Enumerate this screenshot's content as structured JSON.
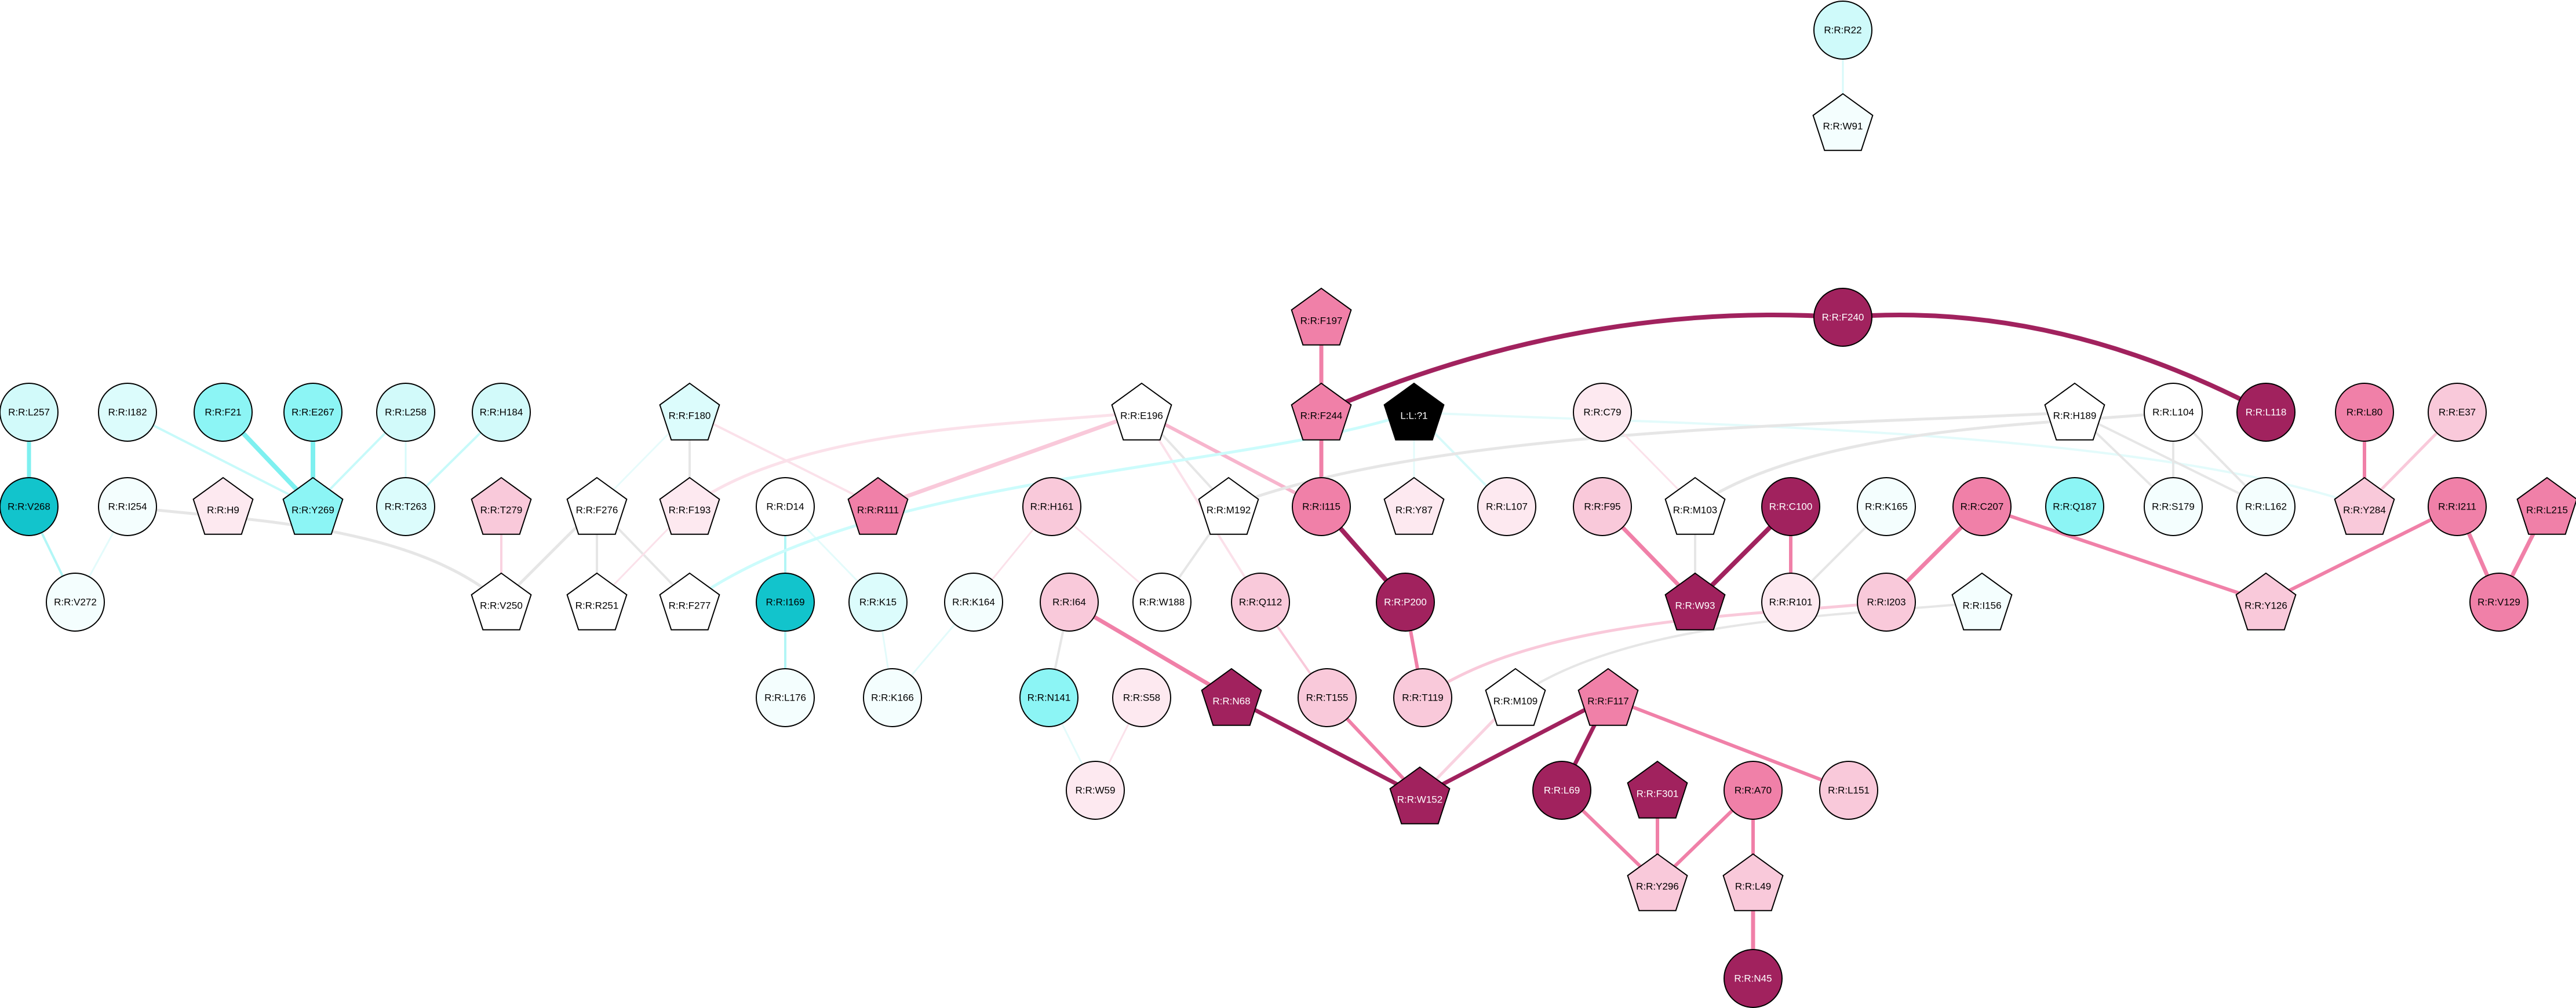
{
  "graph": {
    "nodes": [
      {
        "id": "R:R:R22",
        "shape": "circle",
        "fill": "#cffafa",
        "text": "#000000"
      },
      {
        "id": "R:R:W91",
        "shape": "pentagon",
        "fill": "#f4fefe",
        "text": "#000000"
      },
      {
        "id": "R:R:F197",
        "shape": "pentagon",
        "fill": "#f080a8",
        "text": "#000000"
      },
      {
        "id": "R:R:F240",
        "shape": "circle",
        "fill": "#a1225e",
        "text": "#ffffff"
      },
      {
        "id": "R:R:L257",
        "shape": "circle",
        "fill": "#d2fafa",
        "text": "#000000"
      },
      {
        "id": "R:R:I182",
        "shape": "circle",
        "fill": "#dcfcfc",
        "text": "#000000"
      },
      {
        "id": "R:R:F21",
        "shape": "circle",
        "fill": "#8cf5f5",
        "text": "#000000"
      },
      {
        "id": "R:R:E267",
        "shape": "circle",
        "fill": "#8cf5f5",
        "text": "#000000"
      },
      {
        "id": "R:R:L258",
        "shape": "circle",
        "fill": "#d2fafa",
        "text": "#000000"
      },
      {
        "id": "R:R:H184",
        "shape": "circle",
        "fill": "#d2fafa",
        "text": "#000000"
      },
      {
        "id": "R:R:F180",
        "shape": "pentagon",
        "fill": "#dcfcfc",
        "text": "#000000"
      },
      {
        "id": "R:R:E196",
        "shape": "pentagon",
        "fill": "#ffffff",
        "text": "#000000"
      },
      {
        "id": "R:R:F244",
        "shape": "pentagon",
        "fill": "#f080a8",
        "text": "#000000"
      },
      {
        "id": "L:L:?1",
        "shape": "pentagon",
        "fill": "#000000",
        "text": "#ffffff"
      },
      {
        "id": "R:R:C79",
        "shape": "circle",
        "fill": "#fde9f0",
        "text": "#000000"
      },
      {
        "id": "R:R:H189",
        "shape": "pentagon",
        "fill": "#ffffff",
        "text": "#000000"
      },
      {
        "id": "R:R:L104",
        "shape": "circle",
        "fill": "#ffffff",
        "text": "#000000"
      },
      {
        "id": "R:R:L118",
        "shape": "circle",
        "fill": "#a1225e",
        "text": "#ffffff"
      },
      {
        "id": "R:R:L80",
        "shape": "circle",
        "fill": "#f080a8",
        "text": "#000000"
      },
      {
        "id": "R:R:E37",
        "shape": "circle",
        "fill": "#f9c9da",
        "text": "#000000"
      },
      {
        "id": "R:R:V268",
        "shape": "circle",
        "fill": "#12c4cc",
        "text": "#000000"
      },
      {
        "id": "R:R:I254",
        "shape": "circle",
        "fill": "#f4fefe",
        "text": "#000000"
      },
      {
        "id": "R:R:H9",
        "shape": "pentagon",
        "fill": "#fde9f0",
        "text": "#000000"
      },
      {
        "id": "R:R:Y269",
        "shape": "pentagon",
        "fill": "#8cf5f5",
        "text": "#000000"
      },
      {
        "id": "R:R:T263",
        "shape": "circle",
        "fill": "#dcfcfc",
        "text": "#000000"
      },
      {
        "id": "R:R:T279",
        "shape": "pentagon",
        "fill": "#f9c9da",
        "text": "#000000"
      },
      {
        "id": "R:R:F276",
        "shape": "pentagon",
        "fill": "#ffffff",
        "text": "#000000"
      },
      {
        "id": "R:R:F193",
        "shape": "pentagon",
        "fill": "#fde9f0",
        "text": "#000000"
      },
      {
        "id": "R:R:D14",
        "shape": "circle",
        "fill": "#ffffff",
        "text": "#000000"
      },
      {
        "id": "R:R:R111",
        "shape": "pentagon",
        "fill": "#f080a8",
        "text": "#000000"
      },
      {
        "id": "R:R:H161",
        "shape": "circle",
        "fill": "#f9c9da",
        "text": "#000000"
      },
      {
        "id": "R:R:M192",
        "shape": "pentagon",
        "fill": "#ffffff",
        "text": "#000000"
      },
      {
        "id": "R:R:I115",
        "shape": "circle",
        "fill": "#f080a8",
        "text": "#000000"
      },
      {
        "id": "R:R:Y87",
        "shape": "pentagon",
        "fill": "#fde9f0",
        "text": "#000000"
      },
      {
        "id": "R:R:L107",
        "shape": "circle",
        "fill": "#fde9f0",
        "text": "#000000"
      },
      {
        "id": "R:R:F95",
        "shape": "circle",
        "fill": "#f9c9da",
        "text": "#000000"
      },
      {
        "id": "R:R:M103",
        "shape": "pentagon",
        "fill": "#ffffff",
        "text": "#000000"
      },
      {
        "id": "R:R:C100",
        "shape": "circle",
        "fill": "#a1225e",
        "text": "#ffffff"
      },
      {
        "id": "R:R:K165",
        "shape": "circle",
        "fill": "#f4fefe",
        "text": "#000000"
      },
      {
        "id": "R:R:C207",
        "shape": "circle",
        "fill": "#f080a8",
        "text": "#000000"
      },
      {
        "id": "R:R:Q187",
        "shape": "circle",
        "fill": "#8cf5f5",
        "text": "#000000"
      },
      {
        "id": "R:R:S179",
        "shape": "circle",
        "fill": "#f4fefe",
        "text": "#000000"
      },
      {
        "id": "R:R:L162",
        "shape": "circle",
        "fill": "#f4fefe",
        "text": "#000000"
      },
      {
        "id": "R:R:Y284",
        "shape": "pentagon",
        "fill": "#f9c9da",
        "text": "#000000"
      },
      {
        "id": "R:R:I211",
        "shape": "circle",
        "fill": "#f080a8",
        "text": "#000000"
      },
      {
        "id": "R:R:L215",
        "shape": "pentagon",
        "fill": "#f080a8",
        "text": "#000000"
      },
      {
        "id": "R:R:V272",
        "shape": "circle",
        "fill": "#f4fefe",
        "text": "#000000"
      },
      {
        "id": "R:R:V250",
        "shape": "pentagon",
        "fill": "#ffffff",
        "text": "#000000"
      },
      {
        "id": "R:R:R251",
        "shape": "pentagon",
        "fill": "#ffffff",
        "text": "#000000"
      },
      {
        "id": "R:R:F277",
        "shape": "pentagon",
        "fill": "#ffffff",
        "text": "#000000"
      },
      {
        "id": "R:R:I169",
        "shape": "circle",
        "fill": "#12c4cc",
        "text": "#000000"
      },
      {
        "id": "R:R:K15",
        "shape": "circle",
        "fill": "#dcfcfc",
        "text": "#000000"
      },
      {
        "id": "R:R:K164",
        "shape": "circle",
        "fill": "#f4fefe",
        "text": "#000000"
      },
      {
        "id": "R:R:I64",
        "shape": "circle",
        "fill": "#f9c9da",
        "text": "#000000"
      },
      {
        "id": "R:R:W188",
        "shape": "circle",
        "fill": "#ffffff",
        "text": "#000000"
      },
      {
        "id": "R:R:Q112",
        "shape": "circle",
        "fill": "#f9c9da",
        "text": "#000000"
      },
      {
        "id": "R:R:P200",
        "shape": "circle",
        "fill": "#a1225e",
        "text": "#ffffff"
      },
      {
        "id": "R:R:W93",
        "shape": "pentagon",
        "fill": "#a1225e",
        "text": "#ffffff"
      },
      {
        "id": "R:R:R101",
        "shape": "circle",
        "fill": "#fde9f0",
        "text": "#000000"
      },
      {
        "id": "R:R:I203",
        "shape": "circle",
        "fill": "#f9c9da",
        "text": "#000000"
      },
      {
        "id": "R:R:I156",
        "shape": "pentagon",
        "fill": "#f4fefe",
        "text": "#000000"
      },
      {
        "id": "R:R:Y126",
        "shape": "pentagon",
        "fill": "#f9c9da",
        "text": "#000000"
      },
      {
        "id": "R:R:V129",
        "shape": "circle",
        "fill": "#f080a8",
        "text": "#000000"
      },
      {
        "id": "R:R:L176",
        "shape": "circle",
        "fill": "#f4fefe",
        "text": "#000000"
      },
      {
        "id": "R:R:K166",
        "shape": "circle",
        "fill": "#f4fefe",
        "text": "#000000"
      },
      {
        "id": "R:R:N68",
        "shape": "pentagon",
        "fill": "#a1225e",
        "text": "#ffffff"
      },
      {
        "id": "R:R:N141",
        "shape": "circle",
        "fill": "#8cf5f5",
        "text": "#000000"
      },
      {
        "id": "R:R:S58",
        "shape": "circle",
        "fill": "#fde9f0",
        "text": "#000000"
      },
      {
        "id": "R:R:T155",
        "shape": "circle",
        "fill": "#f9c9da",
        "text": "#000000"
      },
      {
        "id": "R:R:T119",
        "shape": "circle",
        "fill": "#f9c9da",
        "text": "#000000"
      },
      {
        "id": "R:R:M109",
        "shape": "pentagon",
        "fill": "#ffffff",
        "text": "#000000"
      },
      {
        "id": "R:R:F117",
        "shape": "pentagon",
        "fill": "#f080a8",
        "text": "#000000"
      },
      {
        "id": "R:R:W59",
        "shape": "circle",
        "fill": "#fde9f0",
        "text": "#000000"
      },
      {
        "id": "R:R:W152",
        "shape": "pentagon",
        "fill": "#a1225e",
        "text": "#ffffff"
      },
      {
        "id": "R:R:L69",
        "shape": "circle",
        "fill": "#a1225e",
        "text": "#ffffff"
      },
      {
        "id": "R:R:F301",
        "shape": "pentagon",
        "fill": "#a1225e",
        "text": "#ffffff"
      },
      {
        "id": "R:R:A70",
        "shape": "circle",
        "fill": "#f080a8",
        "text": "#000000"
      },
      {
        "id": "R:R:L151",
        "shape": "circle",
        "fill": "#f9c9da",
        "text": "#000000"
      },
      {
        "id": "R:R:Y296",
        "shape": "pentagon",
        "fill": "#f9c9da",
        "text": "#000000"
      },
      {
        "id": "R:R:L49",
        "shape": "pentagon",
        "fill": "#f9c9da",
        "text": "#000000"
      },
      {
        "id": "R:R:N45",
        "shape": "circle",
        "fill": "#a1225e",
        "text": "#ffffff"
      }
    ],
    "edges": [
      {
        "from": "R:R:R22",
        "to": "R:R:W91",
        "color": "#d7fafa",
        "weight": 3
      },
      {
        "from": "R:R:F197",
        "to": "R:R:F244",
        "color": "#f080a8",
        "weight": 7
      },
      {
        "from": "R:R:F240",
        "to": "R:R:F244",
        "color": "#a1225e",
        "weight": 8,
        "curve": "arc-left"
      },
      {
        "from": "R:R:F240",
        "to": "R:R:L118",
        "color": "#a1225e",
        "weight": 8,
        "curve": "arc-right"
      },
      {
        "from": "R:R:F244",
        "to": "R:R:I115",
        "color": "#f080a8",
        "weight": 7
      },
      {
        "from": "R:R:I115",
        "to": "R:R:P200",
        "color": "#a1225e",
        "weight": 8
      },
      {
        "from": "R:R:P200",
        "to": "R:R:T119",
        "color": "#f080a8",
        "weight": 6
      },
      {
        "from": "R:R:L257",
        "to": "R:R:V268",
        "color": "#7ef0f0",
        "weight": 7
      },
      {
        "from": "R:R:V268",
        "to": "R:R:V272",
        "color": "#b2f6f6",
        "weight": 4
      },
      {
        "from": "R:R:I254",
        "to": "R:R:V272",
        "color": "#e3fbfb",
        "weight": 3
      },
      {
        "from": "R:R:I182",
        "to": "R:R:Y269",
        "color": "#c7fafa",
        "weight": 4
      },
      {
        "from": "R:R:F21",
        "to": "R:R:Y269",
        "color": "#7ef0f0",
        "weight": 8
      },
      {
        "from": "R:R:E267",
        "to": "R:R:Y269",
        "color": "#7ef0f0",
        "weight": 8
      },
      {
        "from": "R:R:L258",
        "to": "R:R:Y269",
        "color": "#c7fafa",
        "weight": 4
      },
      {
        "from": "R:R:L258",
        "to": "R:R:T263",
        "color": "#d7fafa",
        "weight": 3
      },
      {
        "from": "R:R:H184",
        "to": "R:R:T263",
        "color": "#c7fafa",
        "weight": 4
      },
      {
        "from": "R:R:I254",
        "to": "R:R:V250",
        "color": "#e6e6e6",
        "weight": 5,
        "curve": "sweep"
      },
      {
        "from": "R:R:T279",
        "to": "R:R:V250",
        "color": "#f9d2e0",
        "weight": 4
      },
      {
        "from": "R:R:F276",
        "to": "R:R:V250",
        "color": "#e6e6e6",
        "weight": 5
      },
      {
        "from": "R:R:F276",
        "to": "R:R:R251",
        "color": "#e6e6e6",
        "weight": 4
      },
      {
        "from": "R:R:F276",
        "to": "R:R:F277",
        "color": "#e6e6e6",
        "weight": 4
      },
      {
        "from": "R:R:F180",
        "to": "R:R:F276",
        "color": "#e6fbfb",
        "weight": 3
      },
      {
        "from": "R:R:F180",
        "to": "R:R:F193",
        "color": "#e6e6e6",
        "weight": 4
      },
      {
        "from": "R:R:F180",
        "to": "R:R:R111",
        "color": "#fbe1ea",
        "weight": 4
      },
      {
        "from": "R:R:F193",
        "to": "R:R:R251",
        "color": "#fbe1ea",
        "weight": 3
      },
      {
        "from": "R:R:E196",
        "to": "R:R:F193",
        "color": "#fbe1ea",
        "weight": 5,
        "curve": "sweep"
      },
      {
        "from": "R:R:E196",
        "to": "R:R:R111",
        "color": "#f9c9da",
        "weight": 7
      },
      {
        "from": "R:R:E196",
        "to": "R:R:M192",
        "color": "#e6e6e6",
        "weight": 4
      },
      {
        "from": "R:R:E196",
        "to": "R:R:I115",
        "color": "#f7b5cd",
        "weight": 6
      },
      {
        "from": "R:R:E196",
        "to": "R:R:Q112",
        "color": "#fbe1ea",
        "weight": 4
      },
      {
        "from": "R:R:M192",
        "to": "R:R:W188",
        "color": "#e6e6e6",
        "weight": 4
      },
      {
        "from": "R:R:H161",
        "to": "R:R:W188",
        "color": "#fbe1ea",
        "weight": 3
      },
      {
        "from": "R:R:H161",
        "to": "R:R:K164",
        "color": "#fbe1ea",
        "weight": 3
      },
      {
        "from": "R:R:D14",
        "to": "R:R:I169",
        "color": "#b2f6f6",
        "weight": 4
      },
      {
        "from": "R:R:D14",
        "to": "R:R:K15",
        "color": "#e3fbfb",
        "weight": 3
      },
      {
        "from": "R:R:I169",
        "to": "R:R:L176",
        "color": "#b2f6f6",
        "weight": 4
      },
      {
        "from": "R:R:K164",
        "to": "R:R:K166",
        "color": "#e3fbfb",
        "weight": 3
      },
      {
        "from": "R:R:K15",
        "to": "R:R:K166",
        "color": "#e3fbfb",
        "weight": 3
      },
      {
        "from": "L:L:?1",
        "to": "R:R:F277",
        "color": "#ccfcfc",
        "weight": 5,
        "curve": "sweep"
      },
      {
        "from": "L:L:?1",
        "to": "R:R:Y87",
        "color": "#e3fbfb",
        "weight": 3
      },
      {
        "from": "L:L:?1",
        "to": "R:R:L107",
        "color": "#d7fafa",
        "weight": 4
      },
      {
        "from": "L:L:?1",
        "to": "R:R:Y284",
        "color": "#e3fbfb",
        "weight": 4,
        "curve": "sweep"
      },
      {
        "from": "R:R:H189",
        "to": "R:R:M192",
        "color": "#e6e6e6",
        "weight": 5,
        "curve": "sweep"
      },
      {
        "from": "R:R:H189",
        "to": "R:R:S179",
        "color": "#e6e6e6",
        "weight": 4
      },
      {
        "from": "R:R:H189",
        "to": "R:R:L162",
        "color": "#e6e6e6",
        "weight": 4
      },
      {
        "from": "R:R:L104",
        "to": "R:R:S179",
        "color": "#e6e6e6",
        "weight": 4
      },
      {
        "from": "R:R:L104",
        "to": "R:R:L162",
        "color": "#e6e6e6",
        "weight": 4
      },
      {
        "from": "R:R:L104",
        "to": "R:R:M103",
        "color": "#e6e6e6",
        "weight": 5,
        "curve": "sweep"
      },
      {
        "from": "R:R:C79",
        "to": "R:R:M103",
        "color": "#fbe1ea",
        "weight": 3
      },
      {
        "from": "R:R:F95",
        "to": "R:R:W93",
        "color": "#f080a8",
        "weight": 7
      },
      {
        "from": "R:R:M103",
        "to": "R:R:W93",
        "color": "#e6e6e6",
        "weight": 4
      },
      {
        "from": "R:R:C100",
        "to": "R:R:W93",
        "color": "#a1225e",
        "weight": 8
      },
      {
        "from": "R:R:C100",
        "to": "R:R:R101",
        "color": "#f080a8",
        "weight": 6
      },
      {
        "from": "R:R:K165",
        "to": "R:R:R101",
        "color": "#e6e6e6",
        "weight": 4
      },
      {
        "from": "R:R:C207",
        "to": "R:R:I203",
        "color": "#f080a8",
        "weight": 7
      },
      {
        "from": "R:R:C207",
        "to": "R:R:Y126",
        "color": "#f080a8",
        "weight": 6
      },
      {
        "from": "R:R:L80",
        "to": "R:R:Y284",
        "color": "#f080a8",
        "weight": 6
      },
      {
        "from": "R:R:E37",
        "to": "R:R:Y284",
        "color": "#f9c9da",
        "weight": 5
      },
      {
        "from": "R:R:I211",
        "to": "R:R:Y126",
        "color": "#f080a8",
        "weight": 6
      },
      {
        "from": "R:R:I211",
        "to": "R:R:V129",
        "color": "#f080a8",
        "weight": 7
      },
      {
        "from": "R:R:L215",
        "to": "R:R:V129",
        "color": "#f080a8",
        "weight": 7
      },
      {
        "from": "R:R:I203",
        "to": "R:R:T119",
        "color": "#f9c9da",
        "weight": 5,
        "curve": "sweep"
      },
      {
        "from": "R:R:I156",
        "to": "R:R:M109",
        "color": "#e6e6e6",
        "weight": 4,
        "curve": "sweep"
      },
      {
        "from": "R:R:Q112",
        "to": "R:R:T155",
        "color": "#f9c9da",
        "weight": 4
      },
      {
        "from": "R:R:T155",
        "to": "R:R:W152",
        "color": "#f080a8",
        "weight": 6
      },
      {
        "from": "R:R:I64",
        "to": "R:R:N68",
        "color": "#f080a8",
        "weight": 7
      },
      {
        "from": "R:R:I64",
        "to": "R:R:N141",
        "color": "#e6e6e6",
        "weight": 4
      },
      {
        "from": "R:R:N141",
        "to": "R:R:W59",
        "color": "#e3fbfb",
        "weight": 3
      },
      {
        "from": "R:R:S58",
        "to": "R:R:W59",
        "color": "#fbe1ea",
        "weight": 3
      },
      {
        "from": "R:R:N68",
        "to": "R:R:W152",
        "color": "#a1225e",
        "weight": 7
      },
      {
        "from": "R:R:M109",
        "to": "R:R:W152",
        "color": "#f9d2e0",
        "weight": 5
      },
      {
        "from": "R:R:F117",
        "to": "R:R:W152",
        "color": "#a1225e",
        "weight": 7
      },
      {
        "from": "R:R:F117",
        "to": "R:R:L69",
        "color": "#a1225e",
        "weight": 7
      },
      {
        "from": "R:R:F117",
        "to": "R:R:L151",
        "color": "#f080a8",
        "weight": 6
      },
      {
        "from": "R:R:L69",
        "to": "R:R:Y296",
        "color": "#f080a8",
        "weight": 6
      },
      {
        "from": "R:R:F301",
        "to": "R:R:Y296",
        "color": "#f080a8",
        "weight": 6
      },
      {
        "from": "R:R:A70",
        "to": "R:R:Y296",
        "color": "#f080a8",
        "weight": 6
      },
      {
        "from": "R:R:A70",
        "to": "R:R:L49",
        "color": "#f080a8",
        "weight": 6
      },
      {
        "from": "R:R:L49",
        "to": "R:R:N45",
        "color": "#f080a8",
        "weight": 7
      }
    ]
  }
}
